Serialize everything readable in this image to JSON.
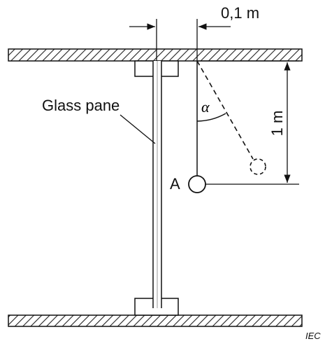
{
  "labels": {
    "glass_pane": "Glass pane",
    "horizontal_distance": "0,1 m",
    "vertical_distance": "1 m",
    "angle": "α",
    "point": "A",
    "credit": "IEC"
  }
}
